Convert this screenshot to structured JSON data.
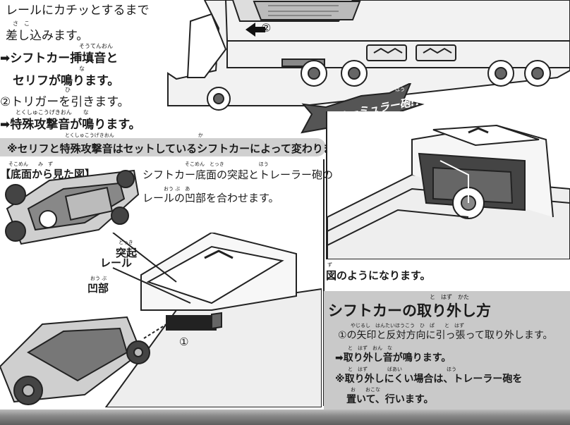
{
  "step1": {
    "line_a": "レールにカチッとするまで",
    "line_b": "差し込みます。",
    "line_c": "➡シフトカー挿填音と",
    "line_d": "セリフが鳴ります。",
    "line_e": "②トリガーを引きます。",
    "line_f": "➡特殊攻撃音が鳴ります。",
    "ruby_a": "さ　こ",
    "ruby_c": "そうてんおん",
    "ruby_d": "な",
    "ruby_e": "ひ",
    "ruby_f": "とくしゅこうげきおん　　な"
  },
  "note": {
    "text": "※セリフと特殊攻撃音はセットしているシフトカーによって変わります。",
    "ruby": "とくしゅこうげきおん　　　　　　　　　　　　　　　　　か"
  },
  "callout": {
    "text": "フォーミュラー砲!!",
    "ruby": "ほう"
  },
  "bottom_view": {
    "label": "【底面から見た図】",
    "label_ruby": "そこめん　　み　ず",
    "desc_line1": "シフトカー底面の突起とトレーラー砲の",
    "desc_line2": "レールの凹部を合わせます。",
    "desc_ruby1": "そこめん　とっき　　　　　　　ほう",
    "desc_ruby2": "おう ぶ　あ",
    "protrusion": "突起",
    "protrusion_ruby": "とっき"
  },
  "diagram": {
    "rail_label": "レール",
    "recess_label": "凹部",
    "recess_ruby": "おう ぶ",
    "circle_1": "①",
    "circle_2": "②"
  },
  "result": {
    "text": "図のようになります。",
    "ruby": "ず"
  },
  "removal": {
    "heading": "シフトカーの取り外し方",
    "heading_ruby": "と　はず　かた",
    "line1": "①の矢印と反対方向に引っ張って取り外します。",
    "line1_ruby": "やじるし　はんたいほうこう　ひ　ぱ　　と　はず",
    "line2": "➡取り外し音が鳴ります。",
    "line2_ruby": "と　はず　おん　な",
    "line3": "※取り外しにくい場合は、トレーラー砲を",
    "line3_ruby": "と　はず　　　　ばあい　　　　　　　　　ほう",
    "line4": "置いて、行います。",
    "line4_ruby": "お　　おこな"
  }
}
